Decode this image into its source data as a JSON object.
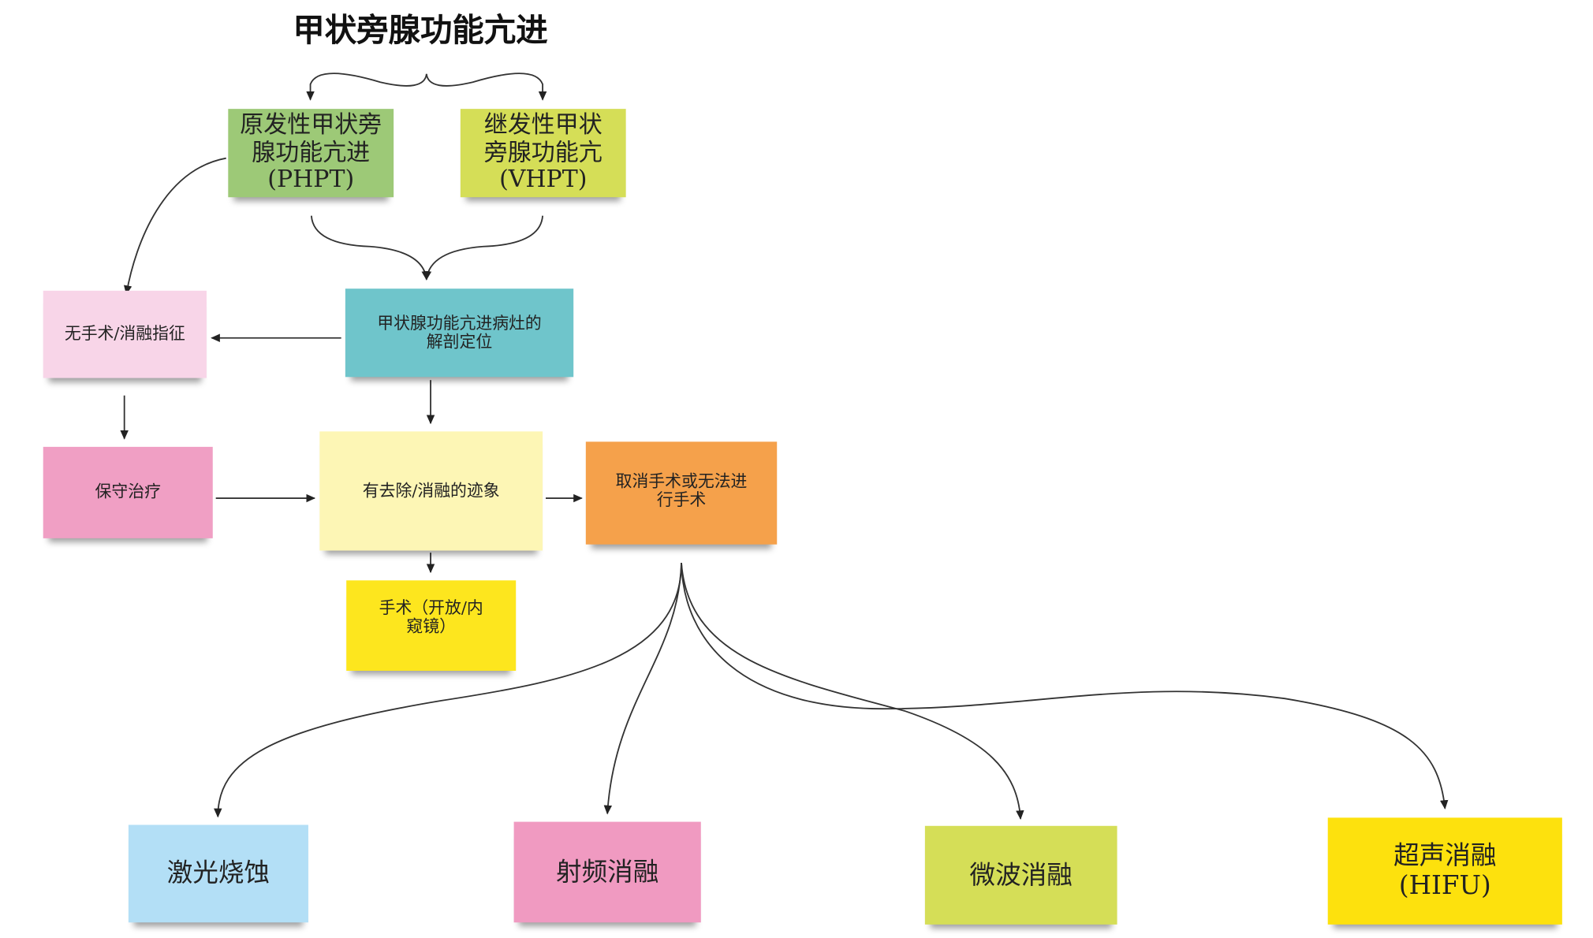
{
  "title": "甲状旁腺功能亢进",
  "nodes": {
    "phpt": {
      "label": "原发性甲状旁\n腺功能亢进\n(PHPT)",
      "color": "#9dc977"
    },
    "vhpt": {
      "label": "继发性甲状\n旁腺功能亢\n(VHPT)",
      "color": "#d5de57"
    },
    "no_indication": {
      "label": "无手术/消融指征",
      "color": "#f8d5e8"
    },
    "localization": {
      "label": "甲状腺功能亢进病灶的\n解剖定位",
      "color": "#6fc5cb"
    },
    "conservative": {
      "label": "保守治疗",
      "color": "#f09fc4"
    },
    "indication": {
      "label": "有去除/消融的迹象",
      "color": "#fdf6b5"
    },
    "cancel_surgery": {
      "label": "取消手术或无法进\n行手术",
      "color": "#f5a14b"
    },
    "surgery": {
      "label": "手术（开放/内\n窥镜）",
      "color": "#fde61e"
    },
    "laser": {
      "label": "激光烧蚀",
      "color": "#b3dff6"
    },
    "rfa": {
      "label": "射频消融",
      "color": "#f09ac1"
    },
    "microwave": {
      "label": "微波消融",
      "color": "#d5de57"
    },
    "hifu": {
      "label": "超声消融\n(HIFU)",
      "color": "#fde10d"
    }
  }
}
